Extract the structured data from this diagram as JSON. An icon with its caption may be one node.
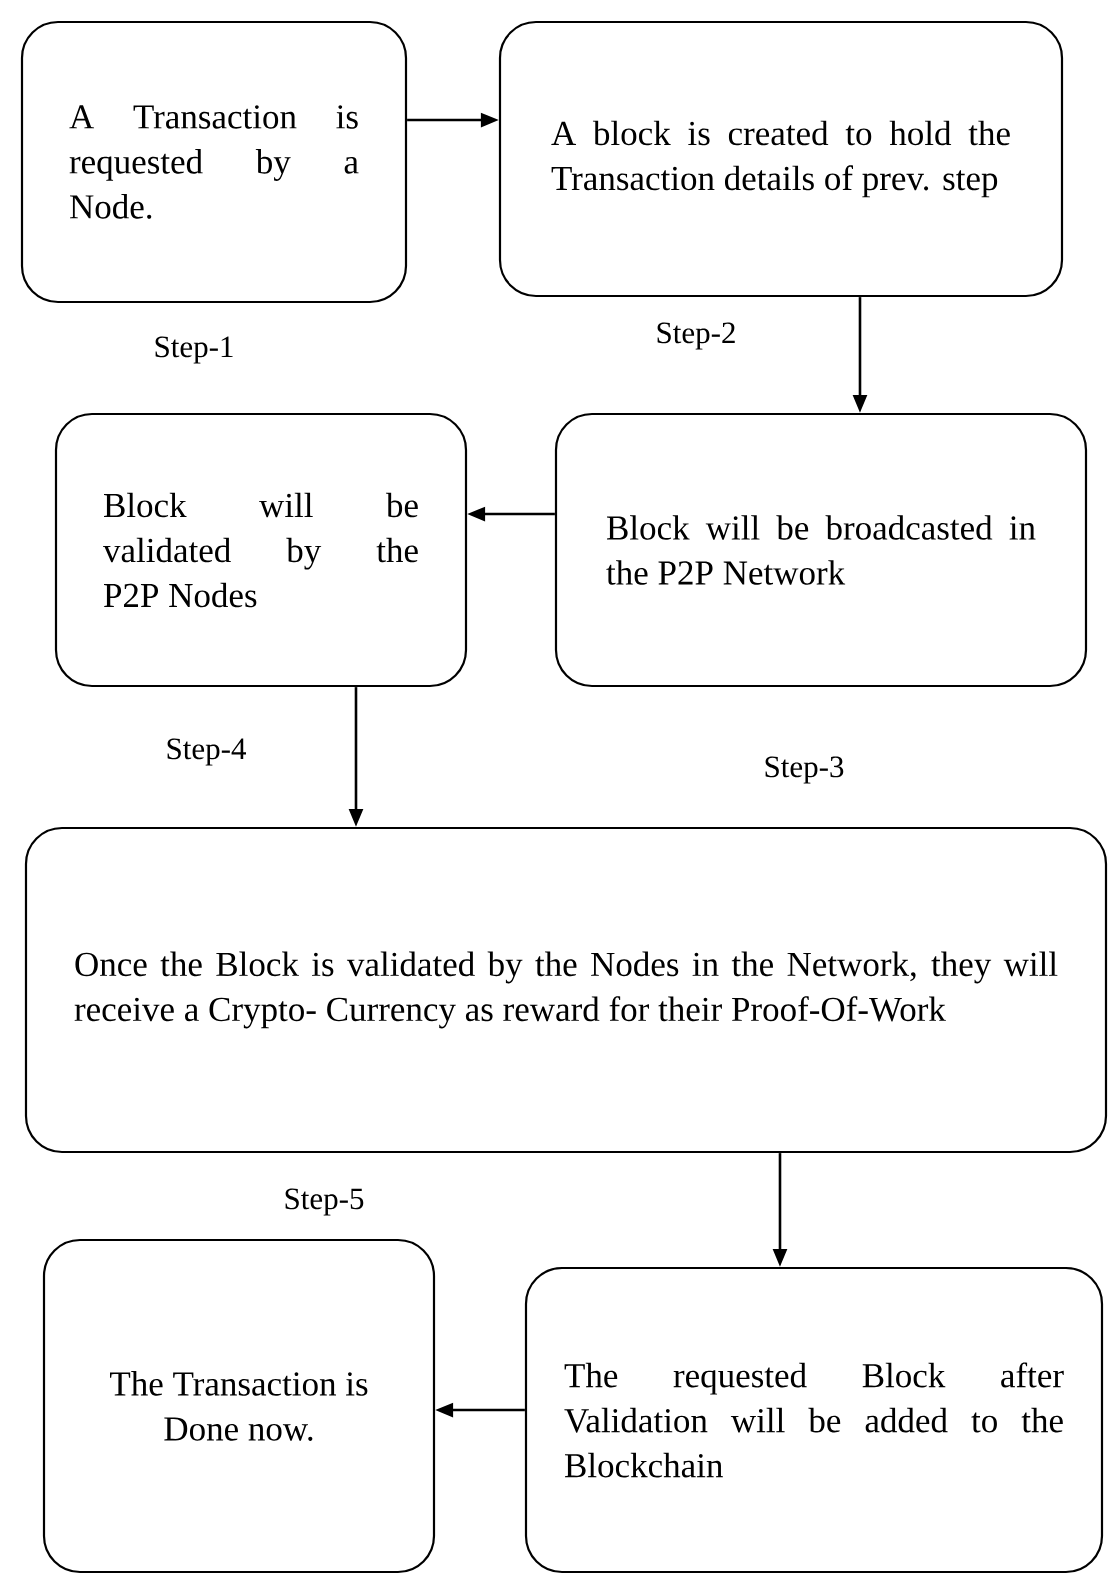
{
  "diagram": {
    "nodes": [
      {
        "text": [
          "A Transaction is requested by a Node."
        ],
        "beside": [
          "Step-1"
        ]
      },
      {
        "text": [
          "A block is created to hold the Transaction details of prev. step"
        ],
        "beside": [
          "Step-2"
        ]
      },
      {
        "text": [
          "Block will be broadcasted in the P2P Network"
        ],
        "beside": [
          "Step-3"
        ]
      },
      {
        "text": [
          "Block will be validated by the P2P Nodes"
        ],
        "beside": [
          "Step-4"
        ]
      },
      {
        "text": [
          "Once the Block is validated by the Nodes in the Network, they will receive a Crypto- Currency as reward for their Proof-Of-Work"
        ],
        "beside": [
          "Step-5"
        ]
      },
      {
        "text": [
          "The requested Block after Validation will be added to the Blockchain"
        ]
      },
      {
        "text": [
          "The Transaction is Done now."
        ]
      }
    ],
    "edges": [
      {
        "from": 0,
        "to": 1,
        "arrow": "to"
      },
      {
        "from": 1,
        "to": 2,
        "arrow": "to"
      },
      {
        "from": 2,
        "to": 3,
        "arrow": "to"
      },
      {
        "from": 3,
        "to": 4,
        "arrow": "to"
      },
      {
        "from": 4,
        "to": 5,
        "arrow": "to"
      },
      {
        "from": 5,
        "to": 6,
        "arrow": "to"
      }
    ]
  }
}
